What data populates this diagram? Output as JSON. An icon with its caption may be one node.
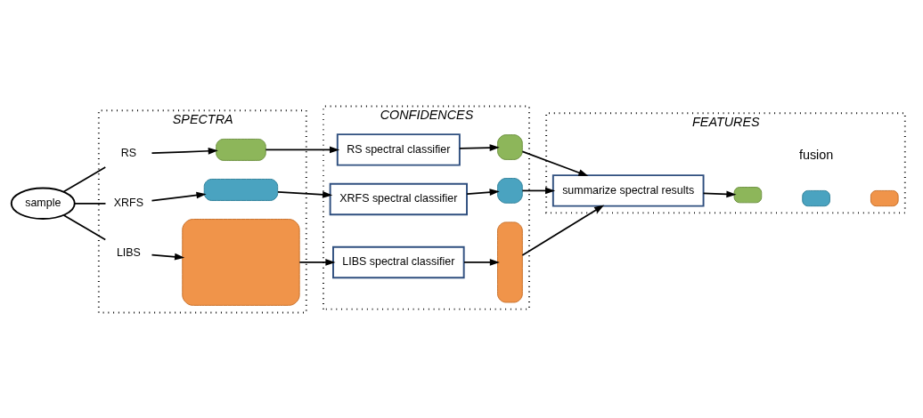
{
  "diagram": {
    "nodes": [
      {
        "text": [
          "sample"
        ]
      },
      {
        "text": [
          "SPECTRA"
        ]
      },
      {
        "text": [
          "RS"
        ],
        "in": 1
      },
      {
        "text": [],
        "shape": "box",
        "in": 1
      },
      {
        "text": [
          "XRFS"
        ],
        "in": 1
      },
      {
        "text": [],
        "shape": "box",
        "in": 1
      },
      {
        "text": [
          "LIBS"
        ],
        "in": 1
      },
      {
        "text": [],
        "shape": "box",
        "in": 1
      },
      {
        "text": [
          "CONFIDENCES"
        ]
      },
      {
        "text": [
          "RS spectral classifier"
        ],
        "in": 8
      },
      {
        "text": [],
        "shape": "box",
        "in": 8
      },
      {
        "text": [
          "XRFS spectral classifier"
        ],
        "in": 8
      },
      {
        "text": [],
        "shape": "box",
        "in": 8
      },
      {
        "text": [
          "LIBS spectral classifier"
        ],
        "in": 8
      },
      {
        "text": [],
        "shape": "box",
        "in": 8
      },
      {
        "text": [
          "FEATURES"
        ]
      },
      {
        "text": [
          "summarize spectral results"
        ],
        "in": 15
      },
      {
        "text": [],
        "shape": "box",
        "in": 15
      },
      {
        "text": [],
        "shape": "box",
        "in": 15
      },
      {
        "text": [],
        "shape": "box",
        "in": 15
      }
    ],
    "edges": [
      {
        "from": 0,
        "to": 2,
        "arrow": "none"
      },
      {
        "from": 0,
        "to": 4,
        "arrow": "none"
      },
      {
        "from": 0,
        "to": 6,
        "arrow": "none"
      },
      {
        "from": 2,
        "to": 3,
        "arrow": "to"
      },
      {
        "from": 4,
        "to": 5,
        "arrow": "to"
      },
      {
        "from": 6,
        "to": 7,
        "arrow": "to"
      },
      {
        "from": 3,
        "to": 9,
        "arrow": "to"
      },
      {
        "from": 5,
        "to": 11,
        "arrow": "to"
      },
      {
        "from": 7,
        "to": 13,
        "arrow": "to"
      },
      {
        "from": 9,
        "to": 10,
        "arrow": "to"
      },
      {
        "from": 11,
        "to": 12,
        "arrow": "to"
      },
      {
        "from": 13,
        "to": 14,
        "arrow": "to"
      },
      {
        "from": 10,
        "to": 16,
        "arrow": "to"
      },
      {
        "from": 12,
        "to": 16,
        "arrow": "to"
      },
      {
        "from": 14,
        "to": 16,
        "arrow": "to"
      },
      {
        "from": 16,
        "to": 17,
        "arrow": "to"
      }
    ],
    "labels": [
      "fusion"
    ]
  }
}
